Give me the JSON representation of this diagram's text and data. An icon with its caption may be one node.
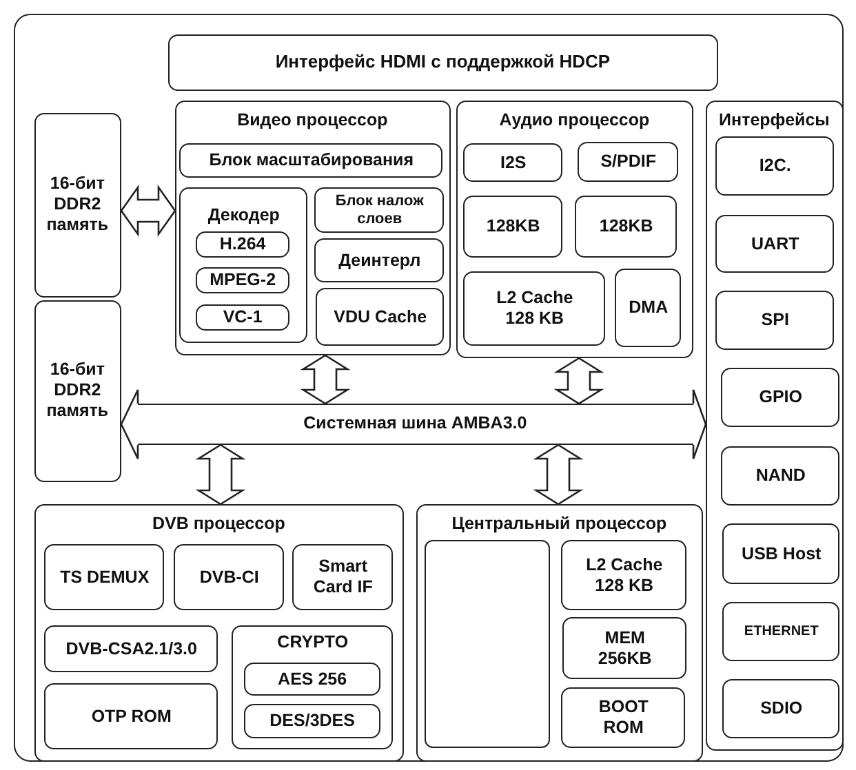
{
  "diagram": {
    "nodes": [
      {
        "text": [],
        "shape": "box"
      },
      {
        "text": [
          "Интерфейс HDMI с поддержкой HDCP"
        ],
        "in": 0
      },
      {
        "text": [
          "16-бит DDR2 память"
        ],
        "in": 0
      },
      {
        "text": [
          "Видео процессор"
        ],
        "in": 0
      },
      {
        "text": [
          "Блок масштабирования"
        ],
        "in": 3
      },
      {
        "text": [
          "Декодер"
        ],
        "in": 3
      },
      {
        "text": [
          "H.264"
        ],
        "in": 5
      },
      {
        "text": [
          "MPEG-2"
        ],
        "in": 5
      },
      {
        "text": [
          "VC-1"
        ],
        "in": 5
      },
      {
        "text": [
          "Блок налож слоев"
        ],
        "in": 3
      },
      {
        "text": [
          "Деинтерл"
        ],
        "in": 3
      },
      {
        "text": [
          "VDU Cache"
        ],
        "in": 3
      },
      {
        "text": [
          "Аудио процессор"
        ],
        "in": 0
      },
      {
        "text": [
          "I2S"
        ],
        "in": 12
      },
      {
        "text": [
          "S/PDIF"
        ],
        "in": 12
      },
      {
        "text": [
          "128KB"
        ],
        "in": 12
      },
      {
        "text": [
          "128KB"
        ],
        "in": 12
      },
      {
        "text": [
          "L2 Cache 128 KB"
        ],
        "in": 12
      },
      {
        "text": [
          "DMA"
        ],
        "in": 12
      },
      {
        "text": [
          "Интерфейсы"
        ],
        "in": 0
      },
      {
        "text": [
          "I2C."
        ],
        "in": 19
      },
      {
        "text": [
          "UART"
        ],
        "in": 19
      },
      {
        "text": [
          "SPI"
        ],
        "in": 19
      },
      {
        "text": [
          "GPIO"
        ],
        "in": 19
      },
      {
        "text": [
          "NAND"
        ],
        "in": 19
      },
      {
        "text": [
          "USB Host"
        ],
        "in": 19
      },
      {
        "text": [
          "ETHERNET"
        ],
        "in": 19
      },
      {
        "text": [
          "SDIO"
        ],
        "in": 19
      },
      {
        "text": [
          "16-бит DDR2 память"
        ],
        "in": 0
      },
      {
        "text": [
          "Системная шина AMBA3.0"
        ],
        "in": 0
      },
      {
        "text": [
          "DVB процессор"
        ],
        "in": 0
      },
      {
        "text": [
          "TS DEMUX"
        ],
        "in": 30
      },
      {
        "text": [
          "DVB-CI"
        ],
        "in": 30
      },
      {
        "text": [
          "Smart Card IF"
        ],
        "in": 30
      },
      {
        "text": [
          "DVB-CSA2.1/3.0"
        ],
        "in": 30
      },
      {
        "text": [
          "CRYPTO"
        ],
        "in": 30
      },
      {
        "text": [
          "AES 256"
        ],
        "in": 35
      },
      {
        "text": [
          "DES/3DES"
        ],
        "in": 35
      },
      {
        "text": [
          "OTP ROM"
        ],
        "in": 30
      },
      {
        "text": [
          "Центральный процессор"
        ],
        "in": 0
      },
      {
        "text": [],
        "shape": "box",
        "in": 39
      },
      {
        "text": [
          "L2 Cache 128 KB"
        ],
        "in": 39
      },
      {
        "text": [
          "MEM 256KB"
        ],
        "in": 39
      },
      {
        "text": [
          "BOOT ROM"
        ],
        "in": 39
      }
    ],
    "edges": [
      {
        "from": 2,
        "to": 3,
        "arrow": "both"
      },
      {
        "from": 3,
        "to": 29,
        "arrow": "both"
      },
      {
        "from": 12,
        "to": 29,
        "arrow": "both"
      },
      {
        "from": 29,
        "to": 30,
        "arrow": "both"
      },
      {
        "from": 29,
        "to": 39,
        "arrow": "both"
      },
      {
        "from": 29,
        "to": 28,
        "arrow": "to"
      },
      {
        "from": 29,
        "to": 19,
        "arrow": "to"
      }
    ]
  }
}
